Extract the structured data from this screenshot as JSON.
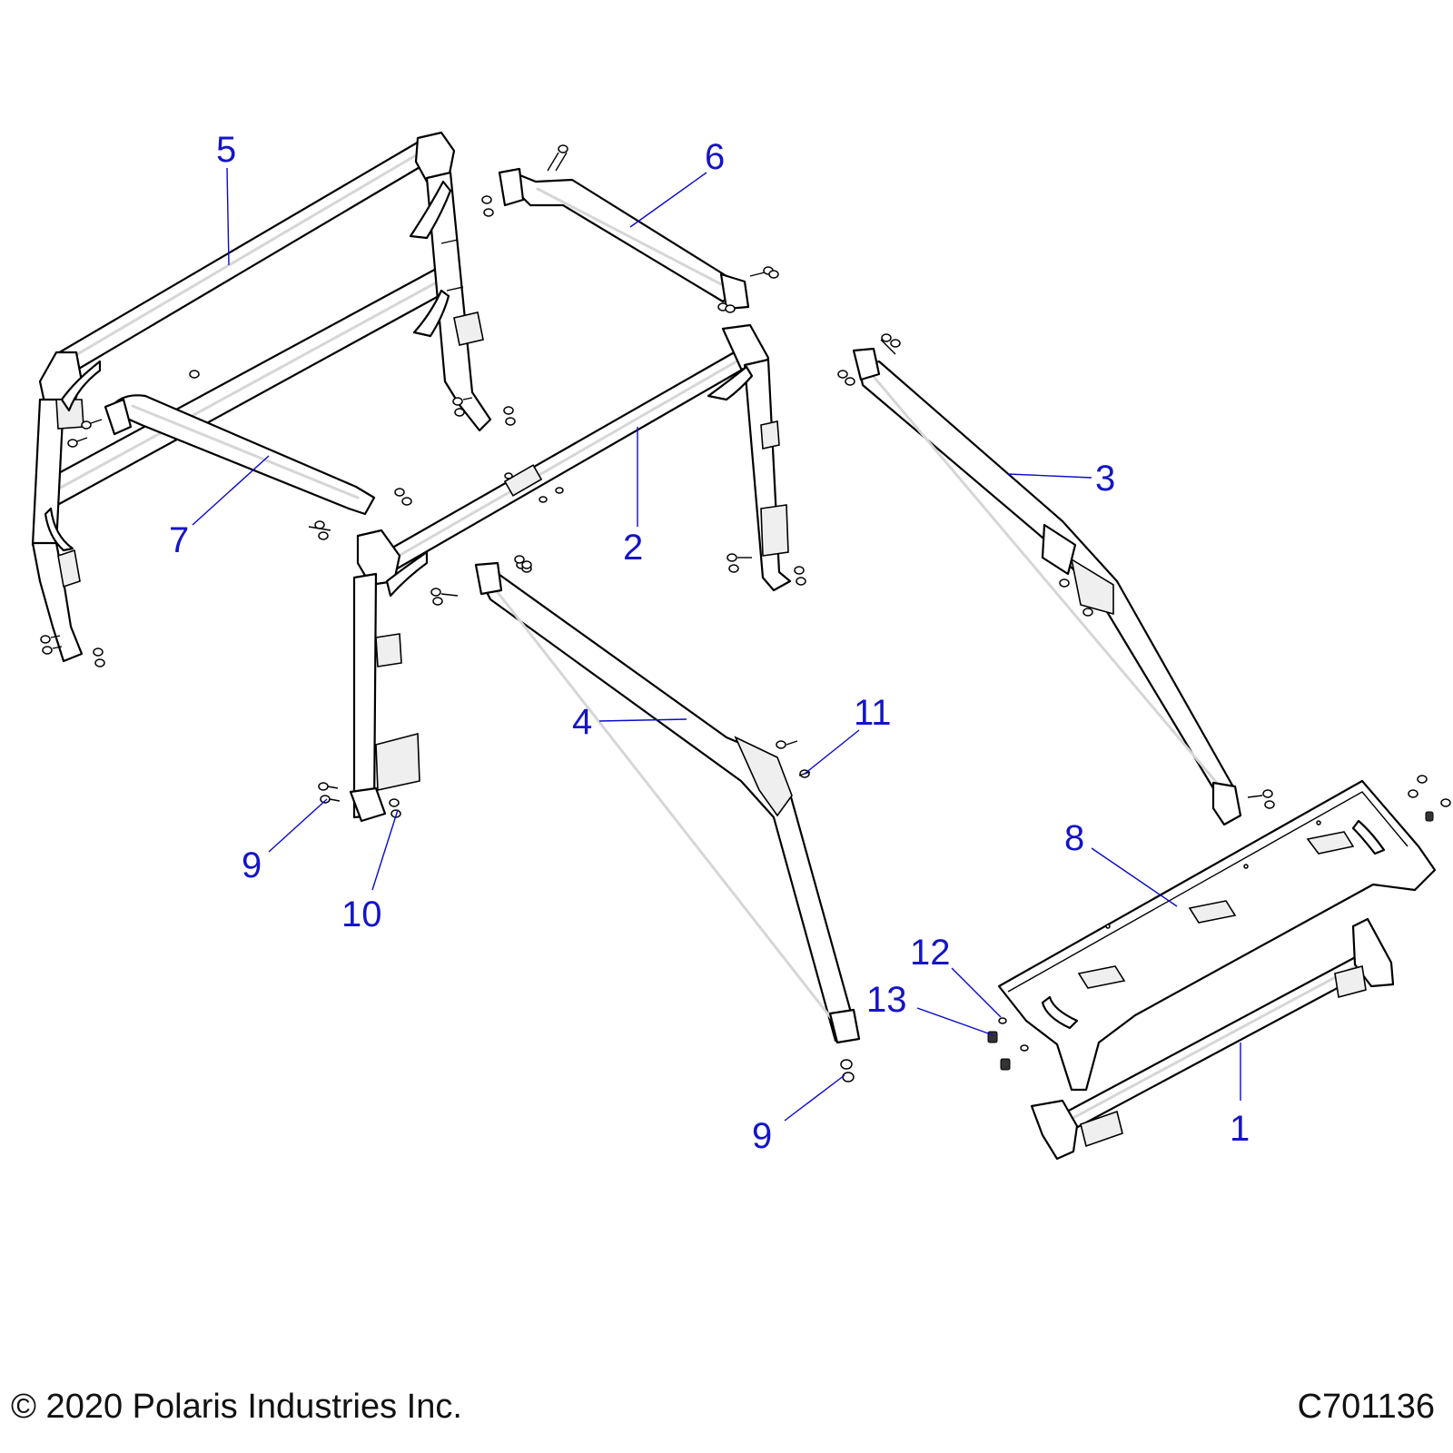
{
  "callouts": [
    {
      "id": "1",
      "label": "1"
    },
    {
      "id": "2",
      "label": "2"
    },
    {
      "id": "3",
      "label": "3"
    },
    {
      "id": "4",
      "label": "4"
    },
    {
      "id": "5",
      "label": "5"
    },
    {
      "id": "6",
      "label": "6"
    },
    {
      "id": "7",
      "label": "7"
    },
    {
      "id": "8",
      "label": "8"
    },
    {
      "id": "9a",
      "label": "9"
    },
    {
      "id": "9b",
      "label": "9"
    },
    {
      "id": "10",
      "label": "10"
    },
    {
      "id": "11",
      "label": "11"
    },
    {
      "id": "12",
      "label": "12"
    },
    {
      "id": "13",
      "label": "13"
    }
  ],
  "footer": {
    "copyright": "© 2020 Polaris Industries Inc.",
    "drawing_number": "C701136"
  },
  "colors": {
    "callout": "#1414c8",
    "line": "#000000"
  }
}
